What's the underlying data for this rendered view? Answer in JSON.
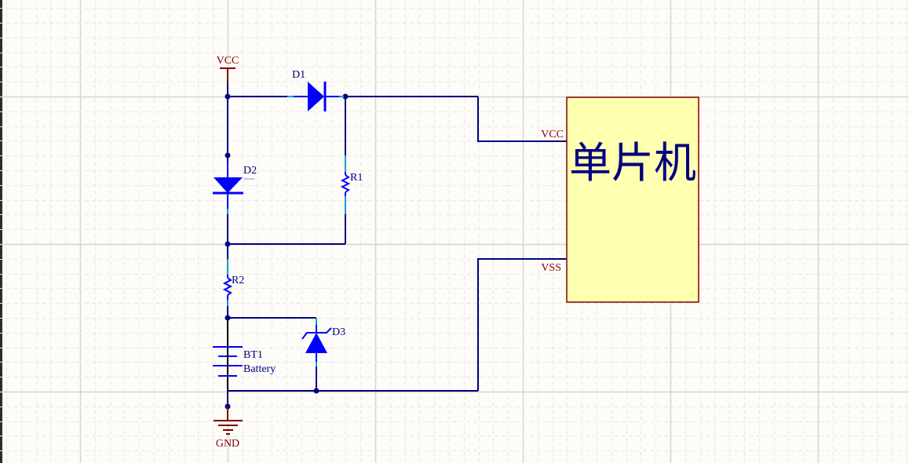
{
  "colors": {
    "background": "#fdfcf8",
    "grid_minor": "#e8e7e1",
    "grid_major": "#d6d5d0",
    "wire": "#000080",
    "component": "#0000ff",
    "pin_stub": "#00a0c8",
    "power_label": "#800000",
    "designator": "#000080",
    "ic_fill": "#ffffb0",
    "ic_border": "#800000"
  },
  "power_ports": {
    "vcc": {
      "label": "VCC",
      "icon": "power-bar-icon"
    },
    "gnd": {
      "label": "GND",
      "icon": "ground-icon"
    }
  },
  "components": {
    "d1": {
      "designator": "D1",
      "type": "diode",
      "icon": "diode-icon"
    },
    "d2": {
      "designator": "D2",
      "type": "diode",
      "icon": "diode-icon"
    },
    "d3": {
      "designator": "D3",
      "type": "zener-diode",
      "icon": "zener-diode-icon"
    },
    "r1": {
      "designator": "R1",
      "type": "resistor",
      "icon": "resistor-icon"
    },
    "r2": {
      "designator": "R2",
      "type": "resistor",
      "icon": "resistor-icon"
    },
    "bt1": {
      "designator": "BT1",
      "comment": "Battery",
      "type": "battery",
      "icon": "battery-icon"
    },
    "mcu": {
      "title": "单片机",
      "type": "ic-block",
      "pins": [
        {
          "name": "VCC"
        },
        {
          "name": "VSS"
        }
      ]
    }
  }
}
